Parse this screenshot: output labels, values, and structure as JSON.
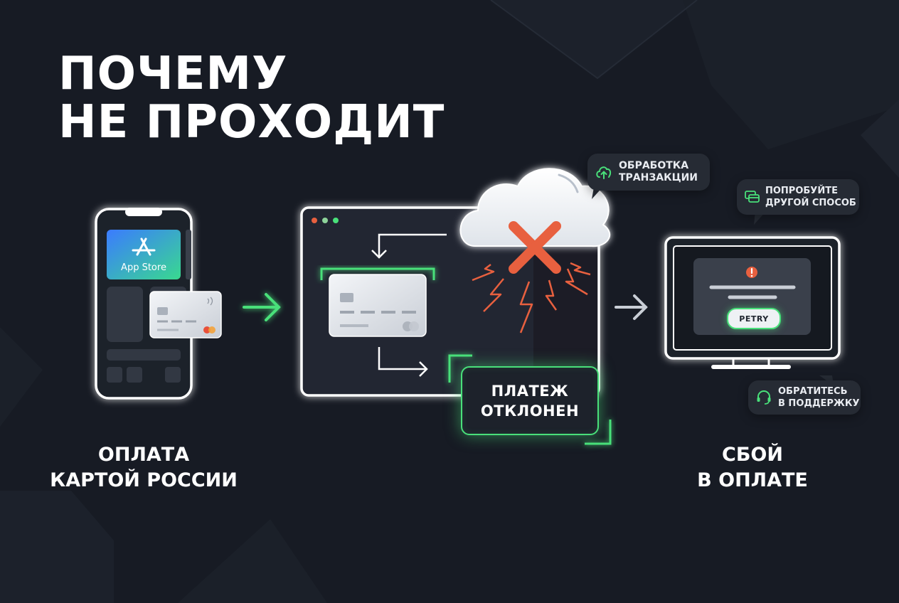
{
  "title": {
    "line1": "ПОЧЕМУ",
    "line2": "НЕ ПРОХОДИТ"
  },
  "steps": {
    "pay": {
      "line1": "ОПЛАТА",
      "line2": "КАРТОЙ РОССИИ"
    },
    "fail": {
      "line1": "СБОЙ",
      "line2": "В ОПЛАТЕ"
    }
  },
  "phone": {
    "app_label": "App Store"
  },
  "bubbles": {
    "processing": {
      "line1": "ОБРАБОТКА",
      "line2": "ТРАНЗАКЦИИ"
    },
    "try_other": {
      "line1": "ПОПРОБУЙТЕ",
      "line2": "ДРУГОЙ СПОСОБ"
    },
    "support": {
      "line1": "ОБРАТИТЕСЬ",
      "line2": "В ПОДДЕРЖКУ"
    }
  },
  "declined": {
    "line1": "ПЛАТЕЖ",
    "line2": "ОТКЛОНЕН"
  },
  "monitor": {
    "retry_label": "PETRY"
  },
  "colors": {
    "accent_green": "#49e07a",
    "error_red": "#e8603f",
    "background": "#171b24"
  }
}
